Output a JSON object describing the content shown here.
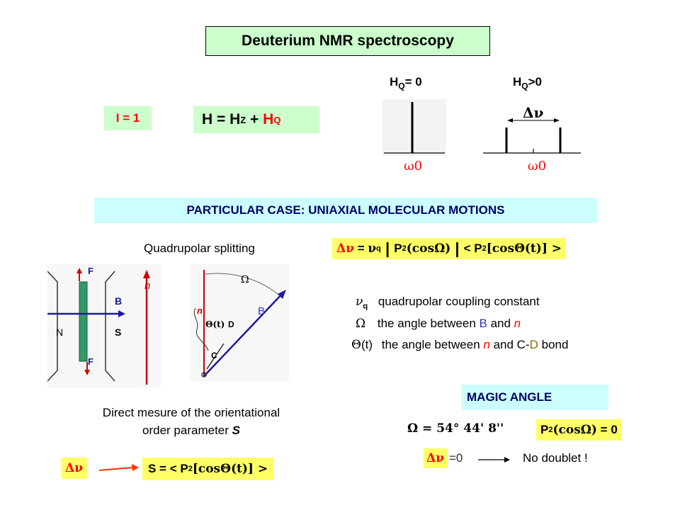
{
  "title": "Deuterium NMR spectroscopy",
  "spectra": {
    "left_label_main": "H",
    "left_label_sub": "Q",
    "left_label_rest": "= 0",
    "right_label_main": "H",
    "right_label_sub": "Q",
    "right_label_rest": ">0",
    "omega_left": "ω0",
    "omega_right": "ω0",
    "delta_nu": "Δν"
  },
  "spin": "I = 1",
  "hamiltonian": {
    "h": "H = H",
    "z": "Z",
    "plus": " + ",
    "hq": "H",
    "q": "Q"
  },
  "banner": "PARTICULAR CASE: UNIAXIAL MOLECULAR MOTIONS",
  "quad_label": "Quadrupolar splitting",
  "main_formula": {
    "dnu": "Δν",
    "eq": " = ",
    "nu": "ν",
    "q": "q",
    "bar": " | ",
    "p2": "P",
    "two": "2",
    "cos_omega": "(cosΩ)",
    "bar2": " | ",
    "avg": "< P",
    "two2": "2",
    "cos_theta": "[cosΘ(t)] >"
  },
  "magnet": {
    "f_top": "F",
    "f_bottom": "F",
    "b": "B",
    "n_pole": "N",
    "s_pole": "S",
    "n_axis": "n"
  },
  "angle_diagram": {
    "omega": "Ω",
    "n": "n",
    "b": "B",
    "theta": "Θ(t)",
    "d": "D",
    "c": "C"
  },
  "definitions": [
    {
      "symbol": "ν",
      "sub": "q",
      "text": "quadrupolar coupling constant"
    },
    {
      "symbol": "Ω",
      "text_a": "the angle between ",
      "b": "B",
      "text_b": " and ",
      "n": "n"
    },
    {
      "symbol": "Θ",
      "paren": "(t)",
      "text_a": "the angle between ",
      "n": "n",
      "text_b": " and C-",
      "d": "D",
      "text_c": " bond"
    }
  ],
  "direct_measure": {
    "line1": "Direct mesure of the orientational",
    "line2_a": "order parameter ",
    "line2_s": "S"
  },
  "bottom_formula": {
    "dnu": "Δν",
    "s": "S = < P",
    "two": "2",
    "rest": "[cosΘ(t)] >"
  },
  "magic": {
    "label": "MAGIC ANGLE",
    "omega_value": "Ω = 54° 44' 8''",
    "p2": "P",
    "two": "2",
    "cos": "(cosΩ)",
    "eq0": " = 0",
    "dnu": "Δν",
    "zero": "=0",
    "no_doublet": "No doublet !"
  }
}
